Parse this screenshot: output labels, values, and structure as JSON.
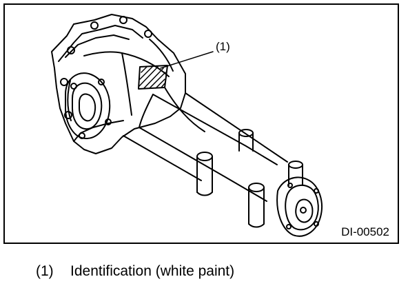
{
  "figure": {
    "callout": "(1)",
    "code": "DI-00502"
  },
  "caption": {
    "number": "(1)",
    "text": "Identification (white paint)"
  },
  "colors": {
    "ink": "#000000",
    "paper": "#ffffff"
  }
}
